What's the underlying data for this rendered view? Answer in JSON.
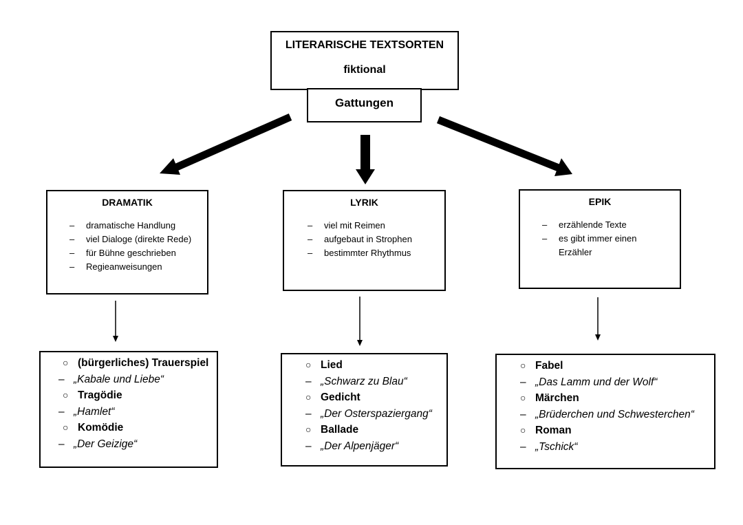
{
  "header": {
    "title": "LITERARISCHE TEXTSORTEN",
    "subtitle": "fiktional",
    "category": "Gattungen"
  },
  "genres": [
    {
      "name": "DRAMATIK",
      "traits": [
        "dramatische Handlung",
        "viel Dialoge (direkte Rede)",
        "für Bühne geschrieben",
        "Regieanweisungen"
      ],
      "examples": [
        {
          "kind": "cat",
          "mark": "○",
          "text": "(bürgerliches) Trauerspiel"
        },
        {
          "kind": "work",
          "mark": "–",
          "text": "„Kabale und Liebe“"
        },
        {
          "kind": "cat",
          "mark": "○",
          "text": "Tragödie"
        },
        {
          "kind": "work",
          "mark": "–",
          "text": "„Hamlet“"
        },
        {
          "kind": "cat",
          "mark": "○",
          "text": "Komödie"
        },
        {
          "kind": "work",
          "mark": "–",
          "text": "„Der Geizige“"
        }
      ]
    },
    {
      "name": "LYRIK",
      "traits": [
        "viel mit Reimen",
        "aufgebaut in Strophen",
        "bestimmter Rhythmus"
      ],
      "examples": [
        {
          "kind": "cat",
          "mark": "○",
          "text": "Lied"
        },
        {
          "kind": "work",
          "mark": "–",
          "text": "„Schwarz zu Blau“"
        },
        {
          "kind": "cat",
          "mark": "○",
          "text": "Gedicht"
        },
        {
          "kind": "work",
          "mark": "–",
          "text": "„Der Osterspaziergang“"
        },
        {
          "kind": "cat",
          "mark": "○",
          "text": "Ballade"
        },
        {
          "kind": "work",
          "mark": "–",
          "text": "„Der Alpenjäger“"
        }
      ]
    },
    {
      "name": "EPIK",
      "traits": [
        "erzählende Texte",
        "es gibt immer einen"
      ],
      "trait_continuation": "Erzähler",
      "examples": [
        {
          "kind": "cat",
          "mark": "○",
          "text": "Fabel"
        },
        {
          "kind": "work",
          "mark": "–",
          "text": "„Das Lamm und der Wolf“"
        },
        {
          "kind": "cat",
          "mark": "○",
          "text": "Märchen"
        },
        {
          "kind": "work",
          "mark": "–",
          "text": "„Brüderchen und Schwesterchen“"
        },
        {
          "kind": "cat",
          "mark": "○",
          "text": "Roman"
        },
        {
          "kind": "work",
          "mark": "–",
          "text": "„Tschick“"
        }
      ]
    }
  ],
  "trait_bullet": "–",
  "colors": {
    "line": "#000000",
    "background": "#ffffff"
  }
}
